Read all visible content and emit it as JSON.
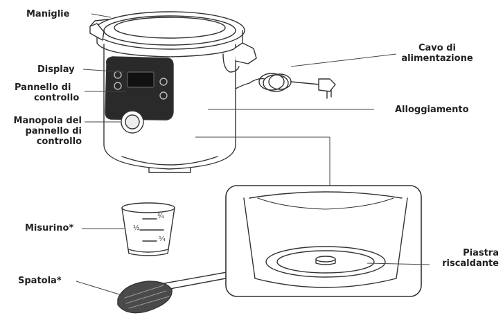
{
  "labels": {
    "handles": "Maniglie",
    "display": "Display",
    "control_panel": [
      "Pannello di",
      "controllo"
    ],
    "control_knob": [
      "Manopola del",
      "pannello di",
      "controllo"
    ],
    "power_cord": [
      "Cavo di",
      "alimentazione"
    ],
    "housing": "Alloggiamento",
    "measuring_cup": "Misurino*",
    "spatula": "Spatola*",
    "heating_plate": [
      "Piastra",
      "riscaldante"
    ]
  },
  "cup_marks": [
    "¾",
    "½",
    "¼"
  ],
  "colors": {
    "stroke": "#333333",
    "panel": "#2a2a2a",
    "leader": "#444444"
  }
}
